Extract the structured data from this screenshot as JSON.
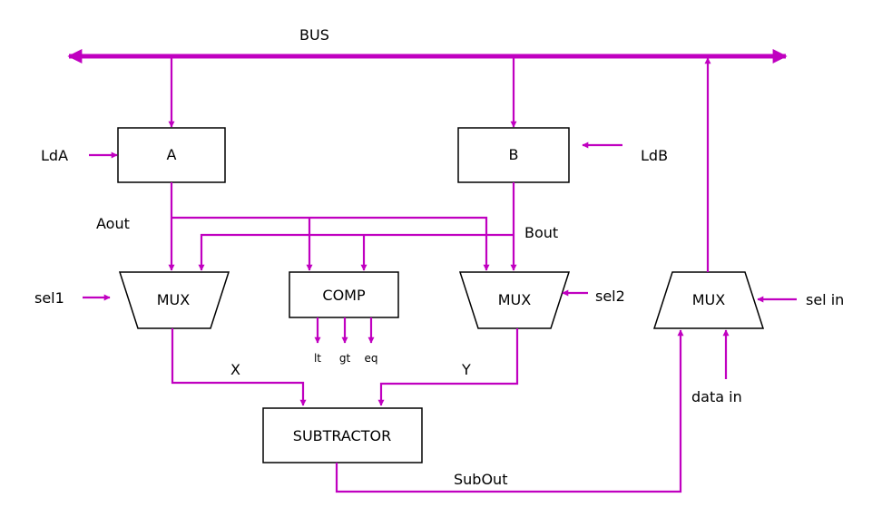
{
  "colors": {
    "wire": "#c000c0",
    "outline": "#000000"
  },
  "bus_label": "BUS",
  "blocks": {
    "reg_a": "A",
    "reg_b": "B",
    "mux1": "MUX",
    "comp": "COMP",
    "mux2": "MUX",
    "mux3": "MUX",
    "subtractor": "SUBTRACTOR"
  },
  "signals": {
    "lda": "LdA",
    "ldb": "LdB",
    "aout": "Aout",
    "bout": "Bout",
    "sel1": "sel1",
    "sel2": "sel2",
    "sel_in": "sel in",
    "x": "X",
    "y": "Y",
    "lt": "lt",
    "gt": "gt",
    "eq": "eq",
    "data_in": "data in",
    "subout": "SubOut"
  }
}
